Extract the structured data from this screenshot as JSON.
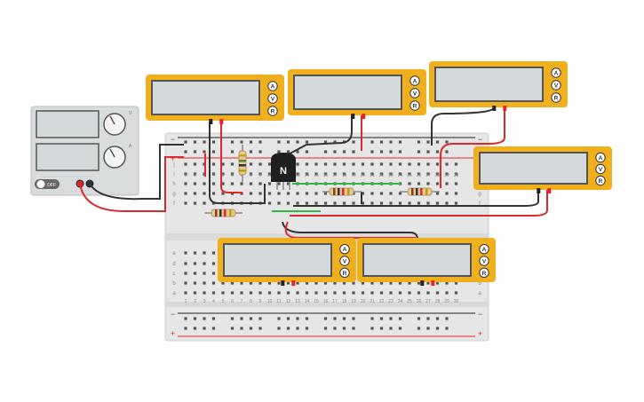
{
  "power_supply": {
    "switch_label": "OFF",
    "knob_labels": [
      "V",
      "A"
    ],
    "brand_text": ""
  },
  "breadboard": {
    "top_row_letters": [
      "j",
      "i",
      "h",
      "g",
      "f"
    ],
    "bottom_row_letters": [
      "e",
      "d",
      "c",
      "b",
      "a"
    ],
    "column_numbers": [
      "1",
      "2",
      "3",
      "4",
      "5",
      "6",
      "7",
      "8",
      "9",
      "10",
      "11",
      "12",
      "13",
      "14",
      "15",
      "16",
      "17",
      "18",
      "19",
      "20",
      "21",
      "22",
      "23",
      "24",
      "25",
      "26",
      "27",
      "28",
      "29",
      "30"
    ],
    "rail_plus": "+",
    "rail_minus": "−"
  },
  "transistor": {
    "label": "N"
  },
  "multimeter": {
    "mode_buttons": [
      "A",
      "V",
      "R"
    ]
  },
  "colors": {
    "multimeter_body": "#f0b01e",
    "display": "#d4dadb",
    "wire_red": "#e0282a",
    "wire_black": "#333333",
    "wire_green": "#2db84a",
    "breadboard": "#e7e7e7",
    "psu_body": "#d9dcdd"
  }
}
